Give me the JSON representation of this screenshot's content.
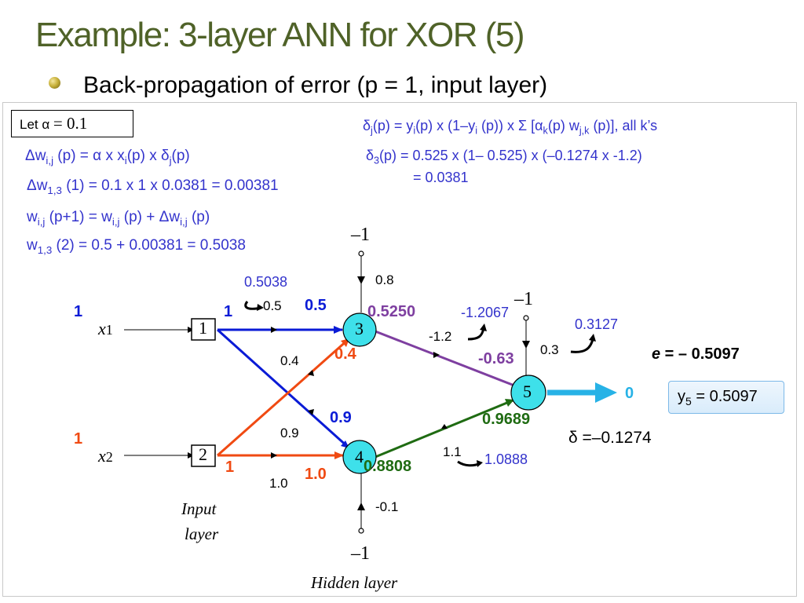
{
  "title": "Example: 3-layer ANN for XOR (5)",
  "subtitle": "Back-propagation of error (p = 1, input layer)",
  "let_box": {
    "prefix": "Let α ",
    "value": "= 0.1"
  },
  "equations": {
    "delta_w_general": {
      "a": "Δw",
      "s1": "i,j",
      "b": " (p) = α x x",
      "s2": "i",
      "c": "(p) x δ",
      "s3": "j",
      "d": "(p)"
    },
    "delta_w_13": {
      "a": "Δw",
      "s1": "1,3",
      "b": " (1) = 0.1 x 1 x 0.0381 = 0.00381"
    },
    "w_update_general": {
      "a": "w",
      "s1": "i,j",
      "b": " (p+1) = w",
      "s2": "i,j",
      "c": " (p) + Δw",
      "s3": "i,j",
      "d": " (p)"
    },
    "w_13_update": {
      "a": "w",
      "s1": "1,3",
      "b": " (2) = 0.5 + 0.00381 = 0.5038"
    },
    "delta_j_general": {
      "a": "δ",
      "s1": "j",
      "b": "(p) = y",
      "s2": "i",
      "c": "(p) x (1–y",
      "s3": "i",
      "d": " (p)) x Σ [α",
      "s4": "k",
      "e": "(p) w",
      "s5": "j,k",
      "f": " (p)], all k’s"
    },
    "delta_3": {
      "a": "δ",
      "s1": "3",
      "b": "(p) = 0.525 x (1– 0.525) x (–0.1274 x -1.2)"
    },
    "delta_3_result": "= 0.0381"
  },
  "diagram": {
    "inputs": [
      {
        "node": "1",
        "var": "x",
        "sub": "1",
        "value": "1",
        "out": "1"
      },
      {
        "node": "2",
        "var": "x",
        "sub": "2",
        "value": "1",
        "out": "1"
      }
    ],
    "hidden": [
      {
        "node": "3",
        "output": "0.5250"
      },
      {
        "node": "4",
        "output": "0.8808"
      }
    ],
    "output_node": {
      "node": "5",
      "result": "0",
      "y_label": "y",
      "y_sub": "5",
      "y_value": " = 0.5097"
    },
    "bias_inputs": {
      "top": "–1",
      "right": "–1",
      "bottom": "–1"
    },
    "weights": {
      "w13": "0.5",
      "w13_new": "0.5038",
      "w13_signal": "0.5",
      "w14": "0.9",
      "w14_signal": "0.9",
      "w23": "0.4",
      "w23_signal": "0.4",
      "w24": "1.0",
      "w24_signal": "1.0",
      "w35": "-1.2",
      "w35_new": "-1.2067",
      "w35_signal": "-0.63",
      "w45": "1.1",
      "w45_new": "1.0888",
      "w45_signal": "0.9689",
      "theta3": "0.8",
      "theta4": "-0.1",
      "theta5": "0.3",
      "theta5_new": "0.3127"
    },
    "error": {
      "label": "e",
      "value": " = – 0.5097"
    },
    "delta5": {
      "symbol": "δ ",
      "value": "=–0.1274"
    },
    "labels": {
      "input_layer_1": "Input",
      "input_layer_2": "layer",
      "hidden_layer": "Hidden layer"
    }
  },
  "colors": {
    "title": "#4f6228",
    "blue_text": "#3333cc",
    "blue_path": "#0a1bd6",
    "orange_path": "#f04a12",
    "purple_path": "#7e3fa0",
    "green_path": "#1f6b12",
    "node_fill": "#3ee0ea",
    "output_arrow": "#27b2e6"
  }
}
